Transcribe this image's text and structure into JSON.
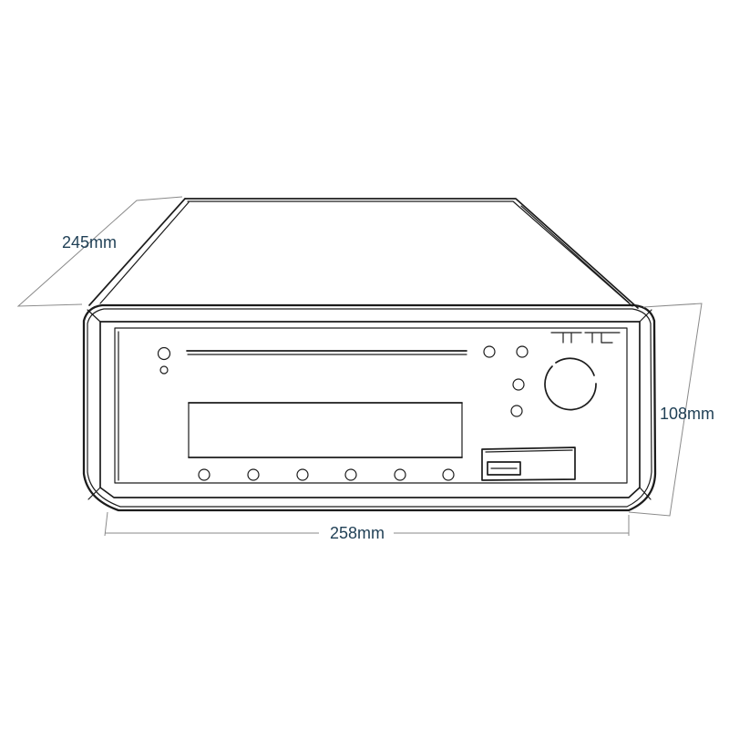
{
  "dimensions": {
    "depth": "245mm",
    "height": "108mm",
    "width": "258mm"
  }
}
